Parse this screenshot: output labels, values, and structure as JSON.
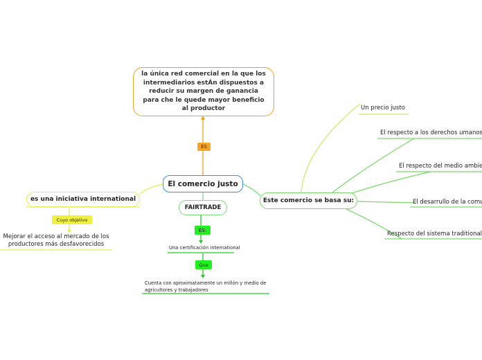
{
  "central": {
    "title": "El comercio justo"
  },
  "definition": {
    "connector": "ES",
    "text": "la  única red comercial en la que los intermediarios estÁn dispuestos a reducir su margen de ganancia para che le quede mayor beneficio al productor"
  },
  "iniciativa": {
    "title": "es una iniciativa international",
    "connector": "Cuyo objetivo",
    "goal": "Mejorar  el acceso al mercado de los productores más desfavorecidos"
  },
  "fairtrade": {
    "title": "FAIRTRADE",
    "connector_es": "ES:",
    "certification": "Una certificación international",
    "connector_que": "Que",
    "detail": "Cuenta  con aproximatamente un millón  y medio de agricultores y trabajadores"
  },
  "basa": {
    "title": "Este comercio se basa su:",
    "items": [
      "Un precio justo",
      "El respecto  a los derechos umanos",
      "El respecto del medio ambiente",
      "El desarrullo de la comunidad",
      "Respecto del sistema traditional"
    ]
  },
  "colors": {
    "orange": "#f0a020",
    "yellow": "#e8ec5a",
    "green": "#78dc78",
    "blue": "#3a8ee0"
  }
}
